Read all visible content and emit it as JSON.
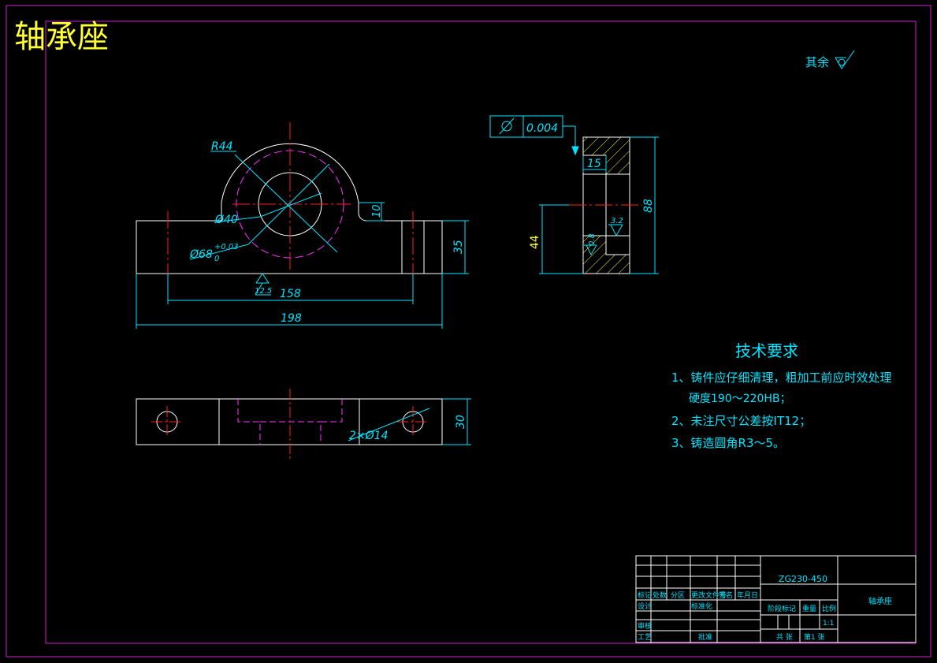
{
  "title": "轴承座",
  "roughness_note": "其余",
  "colors": {
    "background": "#000000",
    "frame": "#cc22cc",
    "outline": "#ffffff",
    "centerline": "#ff2020",
    "dimension": "#00e5ff",
    "hidden": "#ff33ff",
    "hatch": "#ffff33",
    "title": "#ffff33"
  },
  "front_view": {
    "dims": {
      "r44": "R44",
      "d40": "Ø40",
      "d68": "Ø68",
      "d68_tol_upper": "+0.03",
      "d68_tol_lower": "0",
      "h10": "10",
      "h35": "35",
      "w158": "158",
      "w198": "198",
      "rough": "12.5"
    }
  },
  "side_view": {
    "tolerance_value": "0.004",
    "dims": {
      "w15": "15",
      "h88": "88",
      "h44": "44",
      "rough1": "3.2",
      "rough2": "0.8"
    }
  },
  "top_view": {
    "dims": {
      "holes": "2×Ø14",
      "h30": "30"
    }
  },
  "tech": {
    "heading": "技术要求",
    "line1": "1、铸件应仔细清理，粗加工前应时效处理",
    "line1b": "硬度190～220HB；",
    "line2": "2、未注尺寸公差按IT12；",
    "line3": "3、铸造圆角R3～5。"
  },
  "title_block": {
    "material": "ZG230-450",
    "part_name": "轴承座",
    "headers": [
      "标记",
      "处数",
      "分区",
      "更改文件号",
      "签名",
      "年月日"
    ],
    "design": "设计",
    "standardize": "标准化",
    "review": "审核",
    "process": "工艺",
    "approve": "批准",
    "stage_mark": "阶段标记",
    "weight": "重量",
    "scale": "比例",
    "scale_value": "1:1",
    "sheets_total": "共  张",
    "sheet_no": "第1 张"
  }
}
